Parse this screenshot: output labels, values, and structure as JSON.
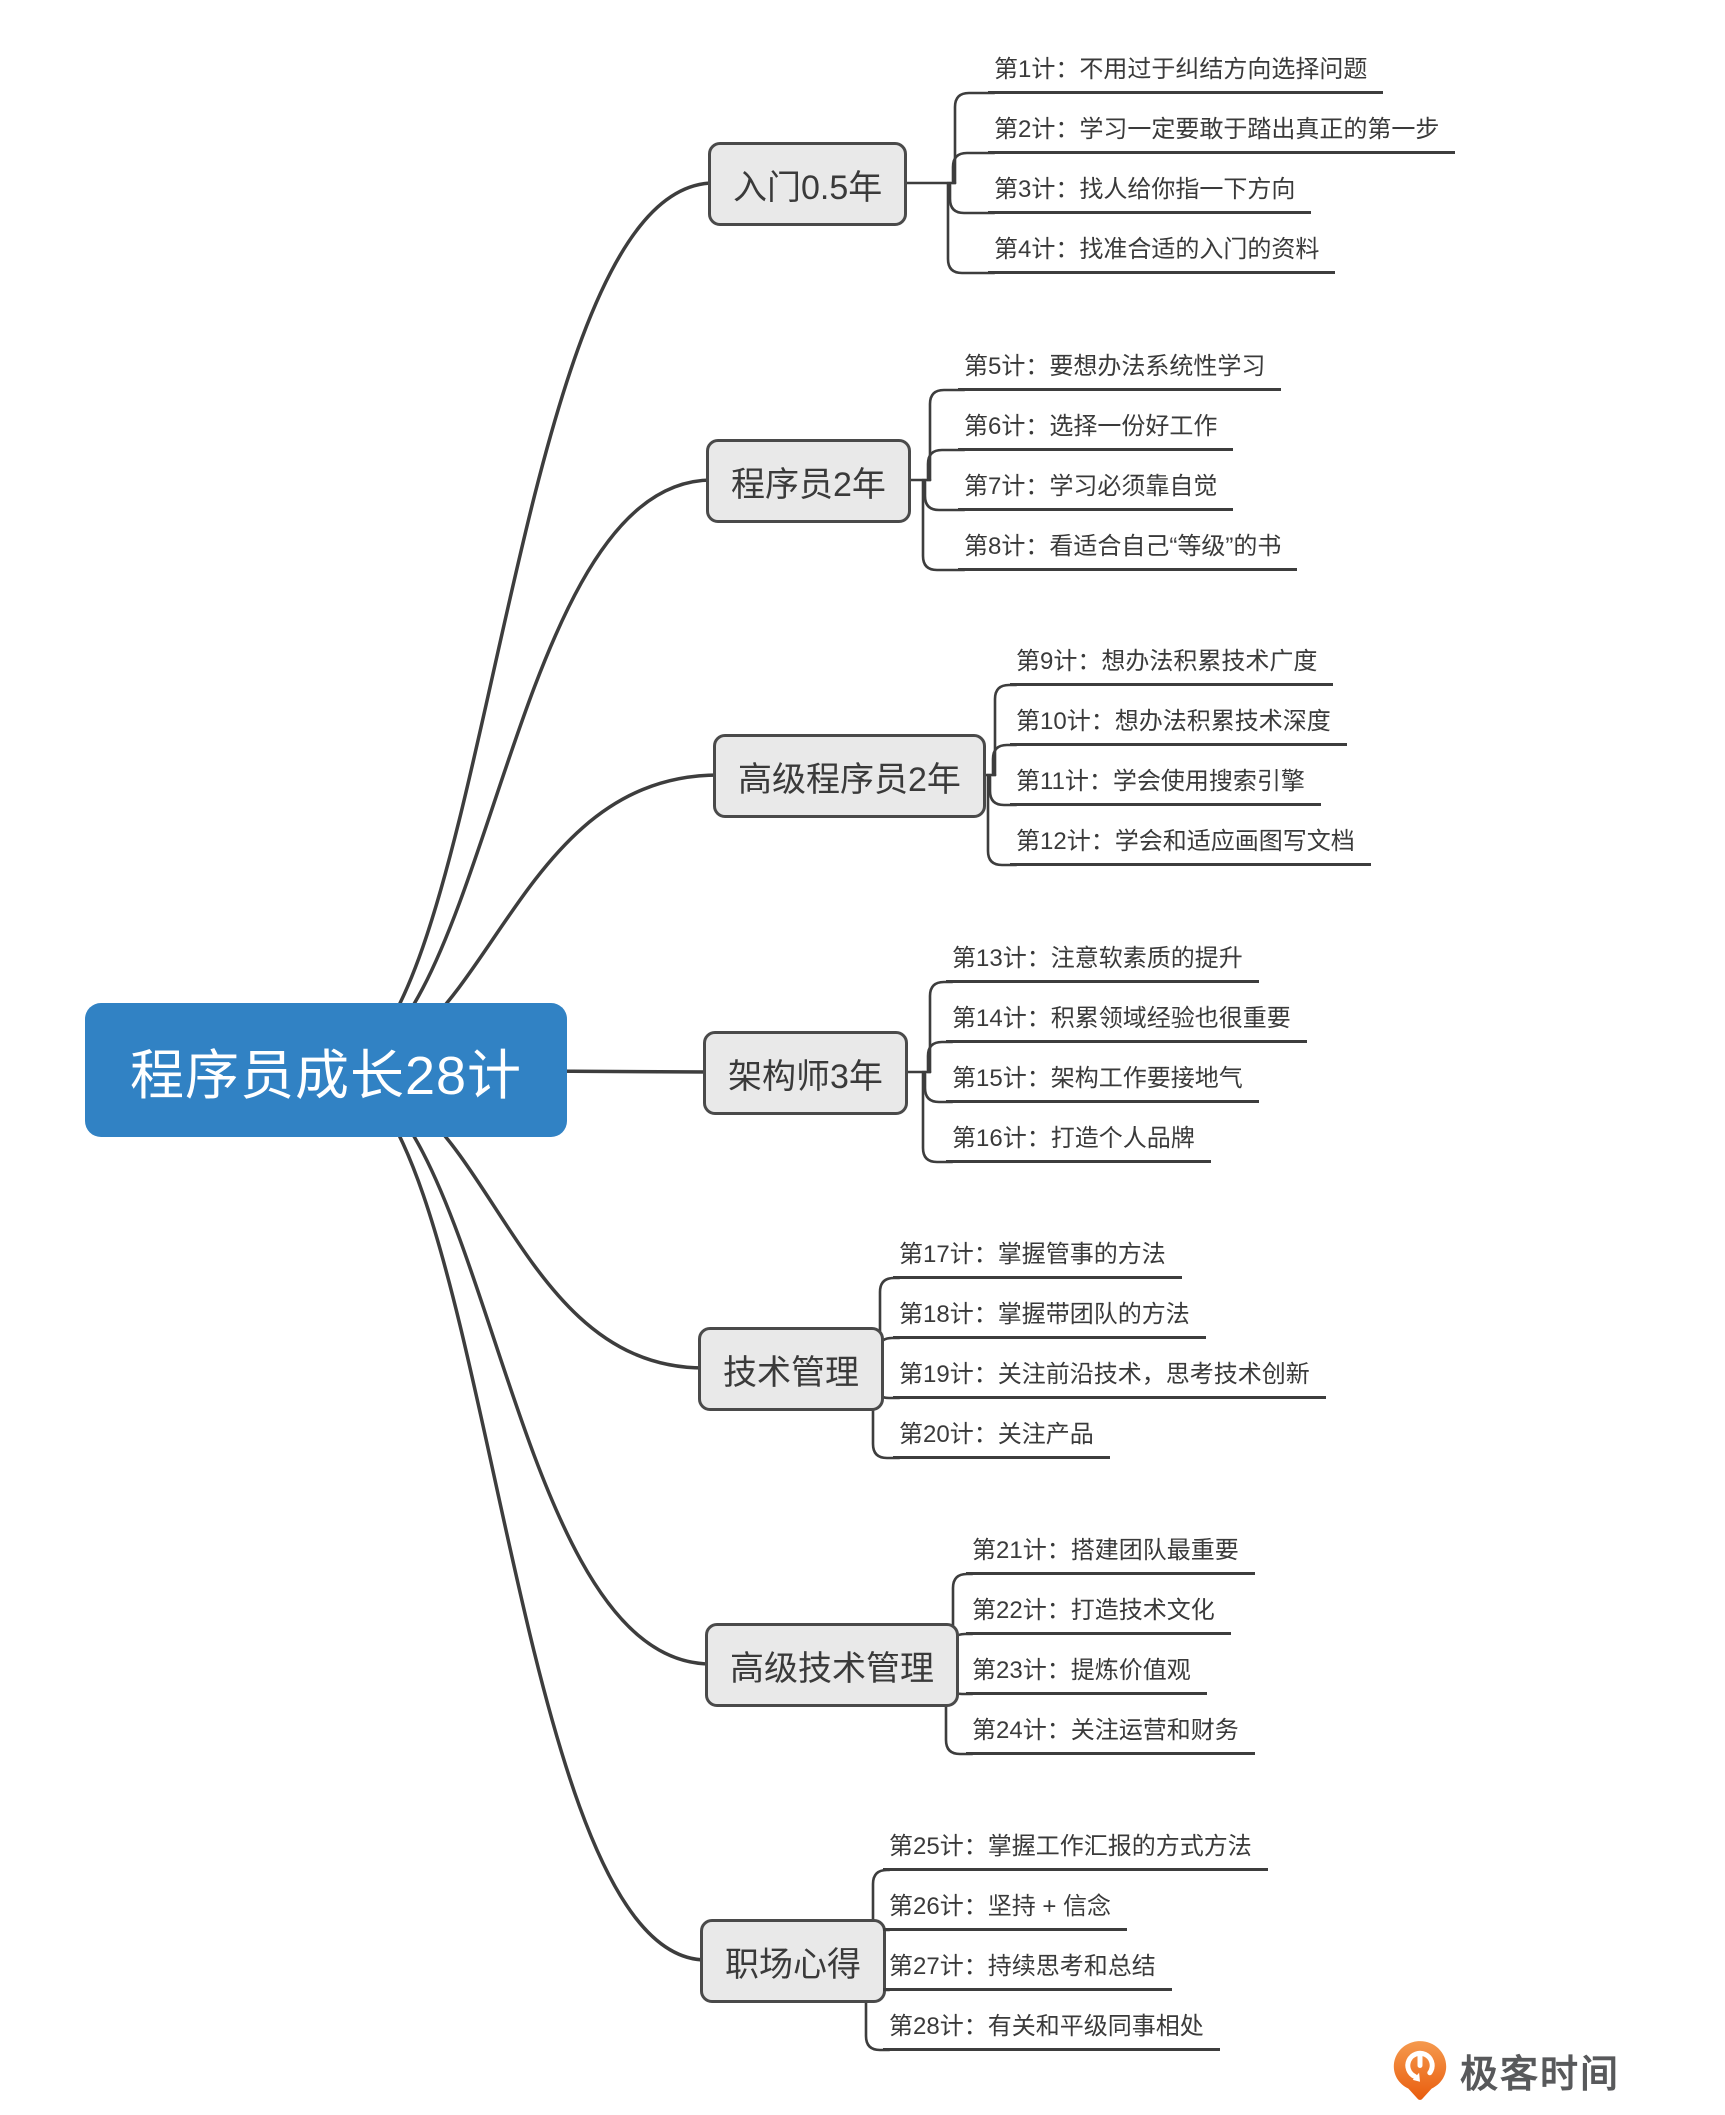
{
  "title": "程序员成长28计",
  "branches": [
    {
      "label": "入门0.5年",
      "items": [
        "第1计：不用过于纠结方向选择问题",
        "第2计：学习一定要敢于踏出真正的第一步",
        "第3计：找人给你指一下方向",
        "第4计：找准合适的入门的资料"
      ]
    },
    {
      "label": "程序员2年",
      "items": [
        "第5计：要想办法系统性学习",
        "第6计：选择一份好工作",
        "第7计：学习必须靠自觉",
        "第8计：看适合自己“等级”的书"
      ]
    },
    {
      "label": "高级程序员2年",
      "items": [
        "第9计：想办法积累技术广度",
        "第10计：想办法积累技术深度",
        "第11计：学会使用搜索引擎",
        "第12计：学会和适应画图写文档"
      ]
    },
    {
      "label": "架构师3年",
      "items": [
        "第13计：注意软素质的提升",
        "第14计：积累领域经验也很重要",
        "第15计：架构工作要接地气",
        "第16计：打造个人品牌"
      ]
    },
    {
      "label": "技术管理",
      "items": [
        "第17计：掌握管事的方法",
        "第18计：掌握带团队的方法",
        "第19计：关注前沿技术，思考技术创新",
        "第20计：关注产品"
      ]
    },
    {
      "label": "高级技术管理",
      "items": [
        "第21计：搭建团队最重要",
        "第22计：打造技术文化",
        "第23计：提炼价值观",
        "第24计：关注运营和财务"
      ]
    },
    {
      "label": "职场心得",
      "items": [
        "第25计：掌握工作汇报的方式方法",
        "第26计：坚持 + 信念",
        "第27计：持续思考和总结",
        "第28计：有关和平级同事相处"
      ]
    }
  ],
  "logo": {
    "brand": "极客时间"
  },
  "colors": {
    "root_fill": "#3182C4",
    "root_text": "#FFFFFF",
    "branch_fill": "#E9E9E9",
    "branch_border": "#4A4A4A",
    "line": "#3D3D3D",
    "text": "#3A3A3A",
    "brand_orange": "#EC6A1C",
    "brand_text": "#58595B"
  }
}
